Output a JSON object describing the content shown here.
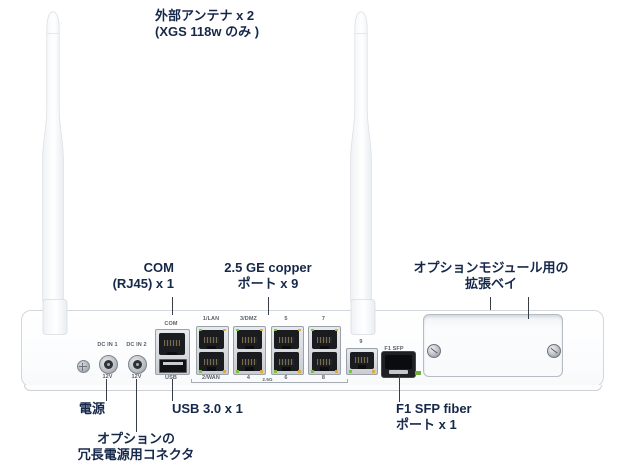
{
  "colors": {
    "annotation_text": "#16284a",
    "device_label_text": "#5a5f66",
    "leader_line": "#383e46",
    "led_green": "#7fbf3f",
    "led_amber": "#dcaa3e",
    "chassis_border": "#d2d7dd"
  },
  "annotations": {
    "antenna": {
      "line1": "外部アンテナ x 2",
      "line2": "(XGS 118w のみ )"
    },
    "com": {
      "line1": "COM",
      "line2": "(RJ45) x 1"
    },
    "copper": {
      "line1": "2.5 GE copper",
      "line2": "ポート x 9"
    },
    "bay": {
      "line1": "オプションモジュール用の",
      "line2": "拡張ベイ"
    },
    "power": {
      "label": "電源"
    },
    "usb": {
      "label": "USB 3.0 x 1"
    },
    "redundant_power": {
      "line1": "オプションの",
      "line2": "冗長電源用コネクタ"
    },
    "sfp": {
      "line1": "F1 SFP fiber",
      "line2": "ポート x 1"
    }
  },
  "device": {
    "dc_in_1": "DC IN 1",
    "dc_in_2": "DC IN 2",
    "dc_voltage_1": "12V",
    "dc_voltage_2": "12V",
    "com_port": "COM",
    "usb_port": "USB",
    "eth_top": [
      "1/LAN",
      "3/DMZ",
      "5",
      "7"
    ],
    "eth_bottom": [
      "2/WAN",
      "4",
      "6",
      "8"
    ],
    "eth_speed": "2.5G",
    "port9": "9",
    "sfp_port": "F1 SFP"
  }
}
